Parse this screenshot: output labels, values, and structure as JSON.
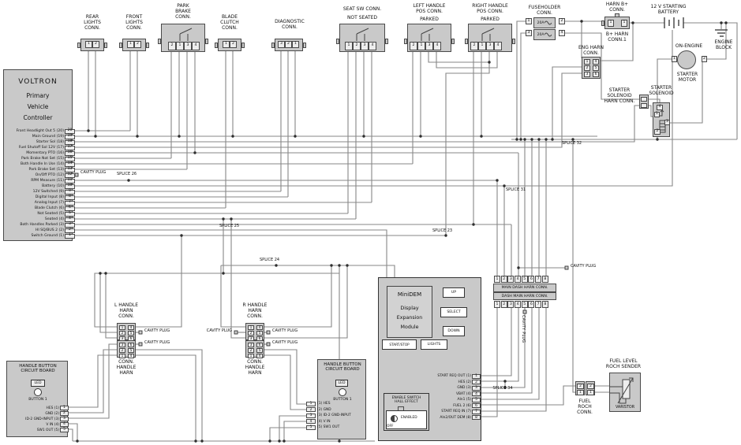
{
  "labels": {
    "cavity_plug": "CAVITY PLUG",
    "splice_26": "SPLICE 26",
    "splice_25": "SPLICE 25",
    "splice_24": "SPLICE 24",
    "splice_23": "SPLICE 23",
    "splice_31": "SPLICE 31",
    "splice_32": "SPLICE 32",
    "splice_34": "SPLICE 34"
  },
  "voltron": {
    "title": "VOLTRON",
    "subtitle": "Primary\nVehicle\nController",
    "pins": [
      {
        "label": "Front Headlight Out 5 (20)",
        "num": "20"
      },
      {
        "label": "Main Ground (19)",
        "num": "19"
      },
      {
        "label": "Starter Sol (18)",
        "num": "18"
      },
      {
        "label": "Fuel Shutoff Sol 12V (17)",
        "num": "17"
      },
      {
        "label": "Momentary PTO (16)",
        "num": "16"
      },
      {
        "label": "Park Brake Not Set (15)",
        "num": "15"
      },
      {
        "label": "Both Handle In Use (14)",
        "num": "14"
      },
      {
        "label": "Park Brake Set (13)",
        "num": "13"
      },
      {
        "label": "On/Off PTO (12)",
        "num": "12"
      },
      {
        "label": "RPM Measure (11)",
        "num": "11"
      },
      {
        "label": "Battery (10)",
        "num": "10"
      },
      {
        "label": "12V Switched (9)",
        "num": "9"
      },
      {
        "label": "Digital Input (8)",
        "num": "8"
      },
      {
        "label": "Analog Input (7)",
        "num": "7"
      },
      {
        "label": "Blade Clutch (6)",
        "num": "6"
      },
      {
        "label": "Not Seated (5)",
        "num": "5"
      },
      {
        "label": "Seated (4)",
        "num": "4"
      },
      {
        "label": "Both Handles Parked (3)",
        "num": "3"
      },
      {
        "label": "HI SQ/BUS 2 (2)",
        "num": "2"
      },
      {
        "label": "Switch Ground (1)",
        "num": "1"
      }
    ]
  },
  "connectors": {
    "rear_lights": {
      "label": "REAR\nLIGHTS\nCONN.",
      "pins": [
        "1",
        "2"
      ]
    },
    "front_lights": {
      "label": "FRONT\nLIGHTS\nCONN.",
      "pins": [
        "1",
        "2"
      ]
    },
    "park_brake": {
      "label": "PARK\nBRAKE\nCONN.",
      "pins": [
        "2",
        "1",
        "3",
        "4"
      ]
    },
    "blade_clutch": {
      "label": "BLADE\nCLUTCH\nCONN.",
      "pins": [
        "1",
        "2"
      ]
    },
    "diagnostic": {
      "label": "DIAGNOSTIC\nCONN.",
      "pins": [
        "3",
        "2",
        "1"
      ]
    },
    "seat_sw": {
      "label": "SEAT SW CONN.",
      "state": "NOT SEATED",
      "pins": [
        "1",
        "2",
        "3",
        "4"
      ]
    },
    "left_handle": {
      "label": "LEFT HANDLE\nPOS CONN.",
      "state": "PARKED",
      "pins": [
        "2",
        "1",
        "3",
        "4"
      ]
    },
    "right_handle": {
      "label": "RIGHT HANDLE\nPOS CONN.",
      "state": "PARKED",
      "pins": [
        "2",
        "1",
        "3",
        "4"
      ]
    },
    "fuseholder": {
      "label": "FUSEHOLDER\nCONN.",
      "fuses": [
        "20A",
        "20A"
      ],
      "pins": [
        "1",
        "2",
        "3",
        "4"
      ]
    },
    "harn_bplus": {
      "label": "HARN B+\nCONN.",
      "label2": "B+ HARN\nCONN.1",
      "pins": [
        "1",
        "1"
      ]
    },
    "battery": {
      "label": "12 V STARTING\nBATTERY"
    },
    "engine_block": {
      "label": "ENGINE\nBLOCK"
    },
    "eng_harn": {
      "label": "ENG HARN\nCONN.",
      "pins_left": [
        "1",
        "2",
        "3"
      ],
      "pins_right": [
        "4",
        "5",
        "6"
      ]
    },
    "starter_motor": {
      "label_top": "ON-ENGINE",
      "label_bottom": "STARTER\nMOTOR",
      "pins": [
        "1",
        "2"
      ]
    },
    "starter_solenoid": {
      "label": "STARTER\nSOLENOID",
      "harn_label": "STARTER\nSOLENOID\nHARN CONN.",
      "pins": [
        "4",
        "1",
        "3",
        "2"
      ]
    }
  },
  "handles": {
    "l_label": "L HANDLE\nHARN\nCONN.",
    "r_label": "R HANDLE\nHARN\nCONN.",
    "sub_label": "CONN.\nHANDLE\nHARN",
    "upper_left": [
      "1",
      "2",
      "3"
    ],
    "upper_right": [
      "4",
      "5",
      "6"
    ],
    "lower_left": [
      "3",
      "2",
      "1"
    ],
    "lower_right": [
      "6",
      "5",
      "4"
    ]
  },
  "boards": {
    "title": "HANDLE BUTTON\nCIRCUIT BOARD",
    "led": "LED",
    "button": "BUTTON 1",
    "left_pins": [
      {
        "label": "HES (1)",
        "num": "1"
      },
      {
        "label": "GND (2)",
        "num": "2"
      },
      {
        "label": "ID-2 GND-INPUT (3)",
        "num": "3"
      },
      {
        "label": "V IN (4)",
        "num": "4"
      },
      {
        "label": "SW1 OUT (5)",
        "num": "5"
      }
    ],
    "right_pins": [
      {
        "num": "1",
        "label": "(1) HES"
      },
      {
        "num": "2",
        "label": "(2) GND"
      },
      {
        "num": "3",
        "label": "(3) ID-2 GND-INPUT"
      },
      {
        "num": "4",
        "label": "(4) V IN"
      },
      {
        "num": "5",
        "label": "(5) SW1 OUT"
      }
    ]
  },
  "minidem": {
    "title": "MiniDEM",
    "subtitle": "Display\nExpansion\nModule",
    "buttons": {
      "up": "UP",
      "select": "SELECT",
      "down": "DOWN",
      "start_stop": "START/STOP",
      "lights": "LIGHTS"
    },
    "enable": {
      "label": "ENABLE SWITCH\nHALL EFFECT",
      "on": "ENABLED",
      "off": "OFF"
    },
    "pins": [
      {
        "label": "START REQ OUT (1)",
        "num": "1"
      },
      {
        "label": "HES (2)",
        "num": "2"
      },
      {
        "label": "GND (3)",
        "num": "3"
      },
      {
        "label": "VBAT (4)",
        "num": "4"
      },
      {
        "label": "AIn1 (5)",
        "num": "5"
      },
      {
        "label": "FUEL 2 (6)",
        "num": "6"
      },
      {
        "label": "START REQ IN (7)",
        "num": "7"
      },
      {
        "label": "AIn2/OUT DEM (8)",
        "num": "8"
      }
    ]
  },
  "dash": {
    "top_label": "MAIN DASH HARN CONN.",
    "bottom_label": "DASH MAIN HARN CONN.",
    "pins": [
      "1",
      "2",
      "3",
      "4",
      "5",
      "6",
      "7",
      "8"
    ]
  },
  "fuel": {
    "conn_label": "FUEL\nROCH\nCONN.",
    "sender_label": "FUEL LEVEL\nROCH SENDER",
    "varistor": "VARISTOR",
    "pins": [
      "2",
      "1"
    ]
  }
}
